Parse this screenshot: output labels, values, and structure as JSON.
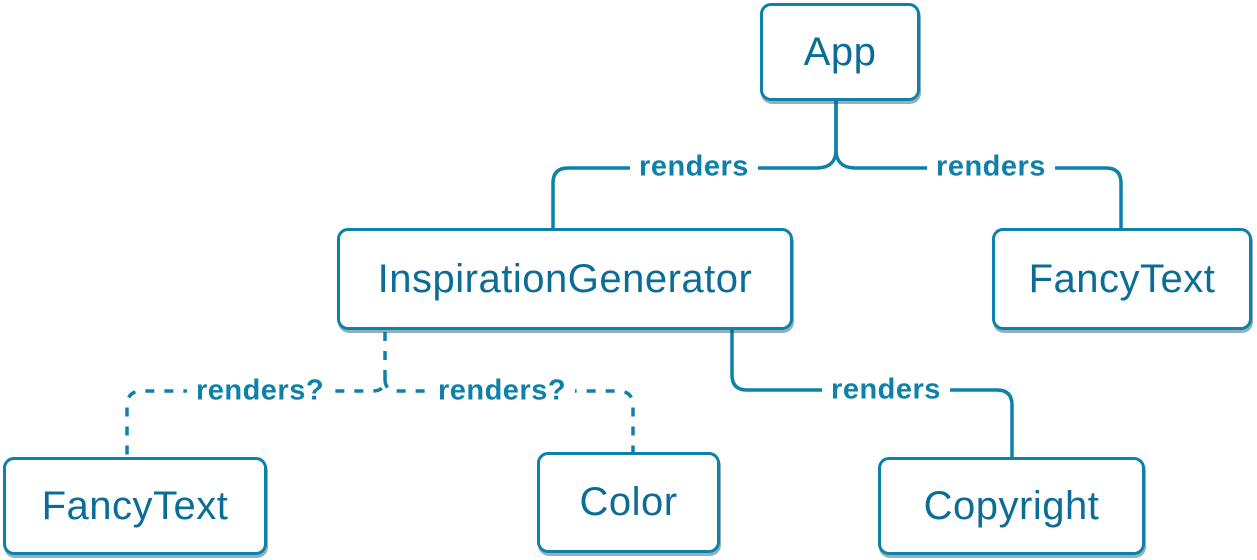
{
  "diagram": {
    "description": "React component render tree",
    "colors": {
      "line": "#0e81ab",
      "node_text": "#0b6d97",
      "node_background": "#ffffff",
      "node_shadow": "rgba(13,82,108,0.45)",
      "page_background": "#ffffff"
    },
    "nodes": [
      {
        "id": "app",
        "label": "App"
      },
      {
        "id": "inspiration-generator",
        "label": "InspirationGenerator"
      },
      {
        "id": "fancy-text-top",
        "label": "FancyText"
      },
      {
        "id": "fancy-text-bottom",
        "label": "FancyText"
      },
      {
        "id": "color",
        "label": "Color"
      },
      {
        "id": "copyright",
        "label": "Copyright"
      }
    ],
    "edges": [
      {
        "from": "App",
        "to": "InspirationGenerator",
        "label": "renders",
        "style": "solid"
      },
      {
        "from": "App",
        "to": "FancyText",
        "label": "renders",
        "style": "solid"
      },
      {
        "from": "InspirationGenerator",
        "to": "Copyright",
        "label": "renders",
        "style": "solid"
      },
      {
        "from": "InspirationGenerator",
        "to": "FancyText",
        "label": "renders?",
        "style": "dashed"
      },
      {
        "from": "InspirationGenerator",
        "to": "Color",
        "label": "renders?",
        "style": "dashed"
      }
    ]
  }
}
